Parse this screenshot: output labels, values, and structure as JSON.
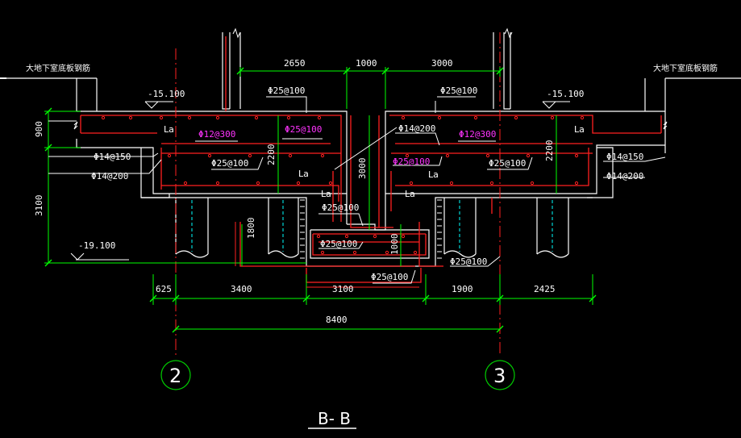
{
  "title": "B- B",
  "axes": {
    "left": "2",
    "right": "3"
  },
  "colors": {
    "background": "#000000",
    "rebar": "#ff2020",
    "concrete": "#ffffff",
    "dimension": "#00ff00",
    "magenta": "#ff33ff",
    "center_line": "#ff2020",
    "grid": "#00cc00"
  },
  "notes": {
    "left": "大地下室底板钢筋",
    "right": "大地下室底板钢筋"
  },
  "levels": {
    "left_top": "-15.100",
    "right_top": "-15.100",
    "bottom": "-19.100"
  },
  "dims_top": {
    "a": "2650",
    "b": "1000",
    "c": "3000"
  },
  "dims_bottom": {
    "a": "625",
    "b": "3400",
    "c": "3100",
    "d": "1900",
    "e": "2425"
  },
  "dim_overall": "8400",
  "dims_vert": {
    "left_upper": "900",
    "left_lower": "3100",
    "mid_2200_left": "2200",
    "mid_3000": "3000",
    "right_2200": "2200",
    "pit_1800": "1800",
    "pit_1000": "1000"
  },
  "rebar_labels": {
    "l1": "Φ25@100",
    "l2": "Φ25@100",
    "l3": "Φ12@300",
    "l4": "Φ25@100",
    "l5": "Φ14@150",
    "l6": "Φ25@100",
    "l7": "Φ14@200",
    "l8": "Φ14@200",
    "l9": "Φ12@300",
    "l10": "Φ25@100",
    "l11": "Φ25@100",
    "l12": "Φ14@150",
    "l13": "Φ14@200",
    "l14": "Φ25@100",
    "l15": "Φ25@100",
    "l16": "Φ25@100",
    "l17": "Φ25@100"
  },
  "la": "La"
}
